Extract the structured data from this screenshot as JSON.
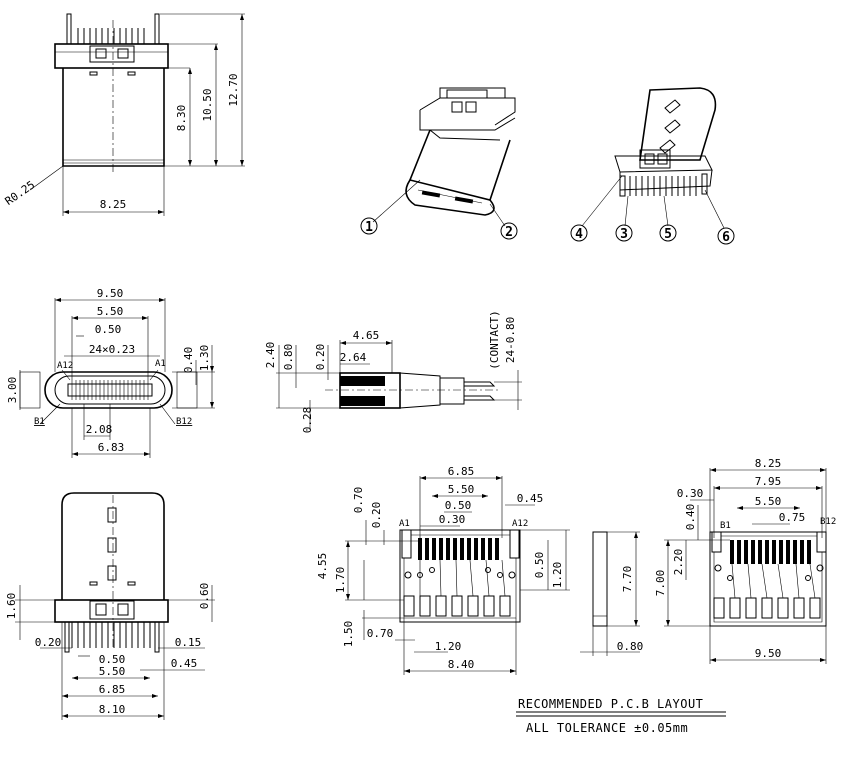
{
  "dimensions": {
    "top_view": {
      "width": "8.25",
      "h1": "8.30",
      "h2": "10.50",
      "h3": "12.70",
      "radius": "R0.25"
    },
    "front_view": {
      "w_outer": "9.50",
      "w_mid": "5.50",
      "pitch": "0.50",
      "contacts": "24×0.23",
      "w_inner": "2.08",
      "w_shell": "6.83",
      "h_shell": "3.00",
      "h_a": "0.40",
      "h_b": "1.30",
      "pin_a1": "A1",
      "pin_a12": "A12",
      "pin_b1": "B1",
      "pin_b12": "B12"
    },
    "side_section": {
      "len": "4.65",
      "len2": "2.64",
      "h1": "2.40",
      "h2": "0.80",
      "h3": "0.20",
      "h4": "0.28",
      "contact_note": "(CONTACT)",
      "contact_spec": "24-0.80"
    },
    "bottom_view": {
      "h1": "1.60",
      "h2": "0.60",
      "w1": "0.20",
      "w2": "0.15",
      "pitch": "0.50",
      "w3": "0.45",
      "w4": "5.50",
      "w5": "6.85",
      "w6": "8.10"
    },
    "pcb_layout_1": {
      "w1": "6.85",
      "w2": "5.50",
      "w3": "0.50",
      "w4": "0.30",
      "w5": "0.45",
      "h1": "0.70",
      "h2": "0.20",
      "h3": "4.55",
      "h4": "1.70",
      "h5": "1.50",
      "w6": "0.70",
      "w7": "1.20",
      "w8": "8.40",
      "h6": "0.50",
      "h7": "1.20",
      "pin_a1": "A1",
      "pin_a12": "A12"
    },
    "pcb_layout_2": {
      "w1": "8.25",
      "w2": "7.95",
      "w3": "5.50",
      "w4": "0.75",
      "w5": "0.30",
      "h1": "0.40",
      "h2": "2.20",
      "h3": "7.00",
      "w6": "9.50",
      "pin_b1": "B1",
      "pin_b12": "B12"
    },
    "side_strip": {
      "h": "7.70",
      "w": "0.80"
    }
  },
  "callouts": [
    "1",
    "2",
    "3",
    "4",
    "5",
    "6"
  ],
  "notes": {
    "line1": "RECOMMENDED P.C.B LAYOUT",
    "line2": "ALL TOLERANCE ±0.05mm"
  }
}
